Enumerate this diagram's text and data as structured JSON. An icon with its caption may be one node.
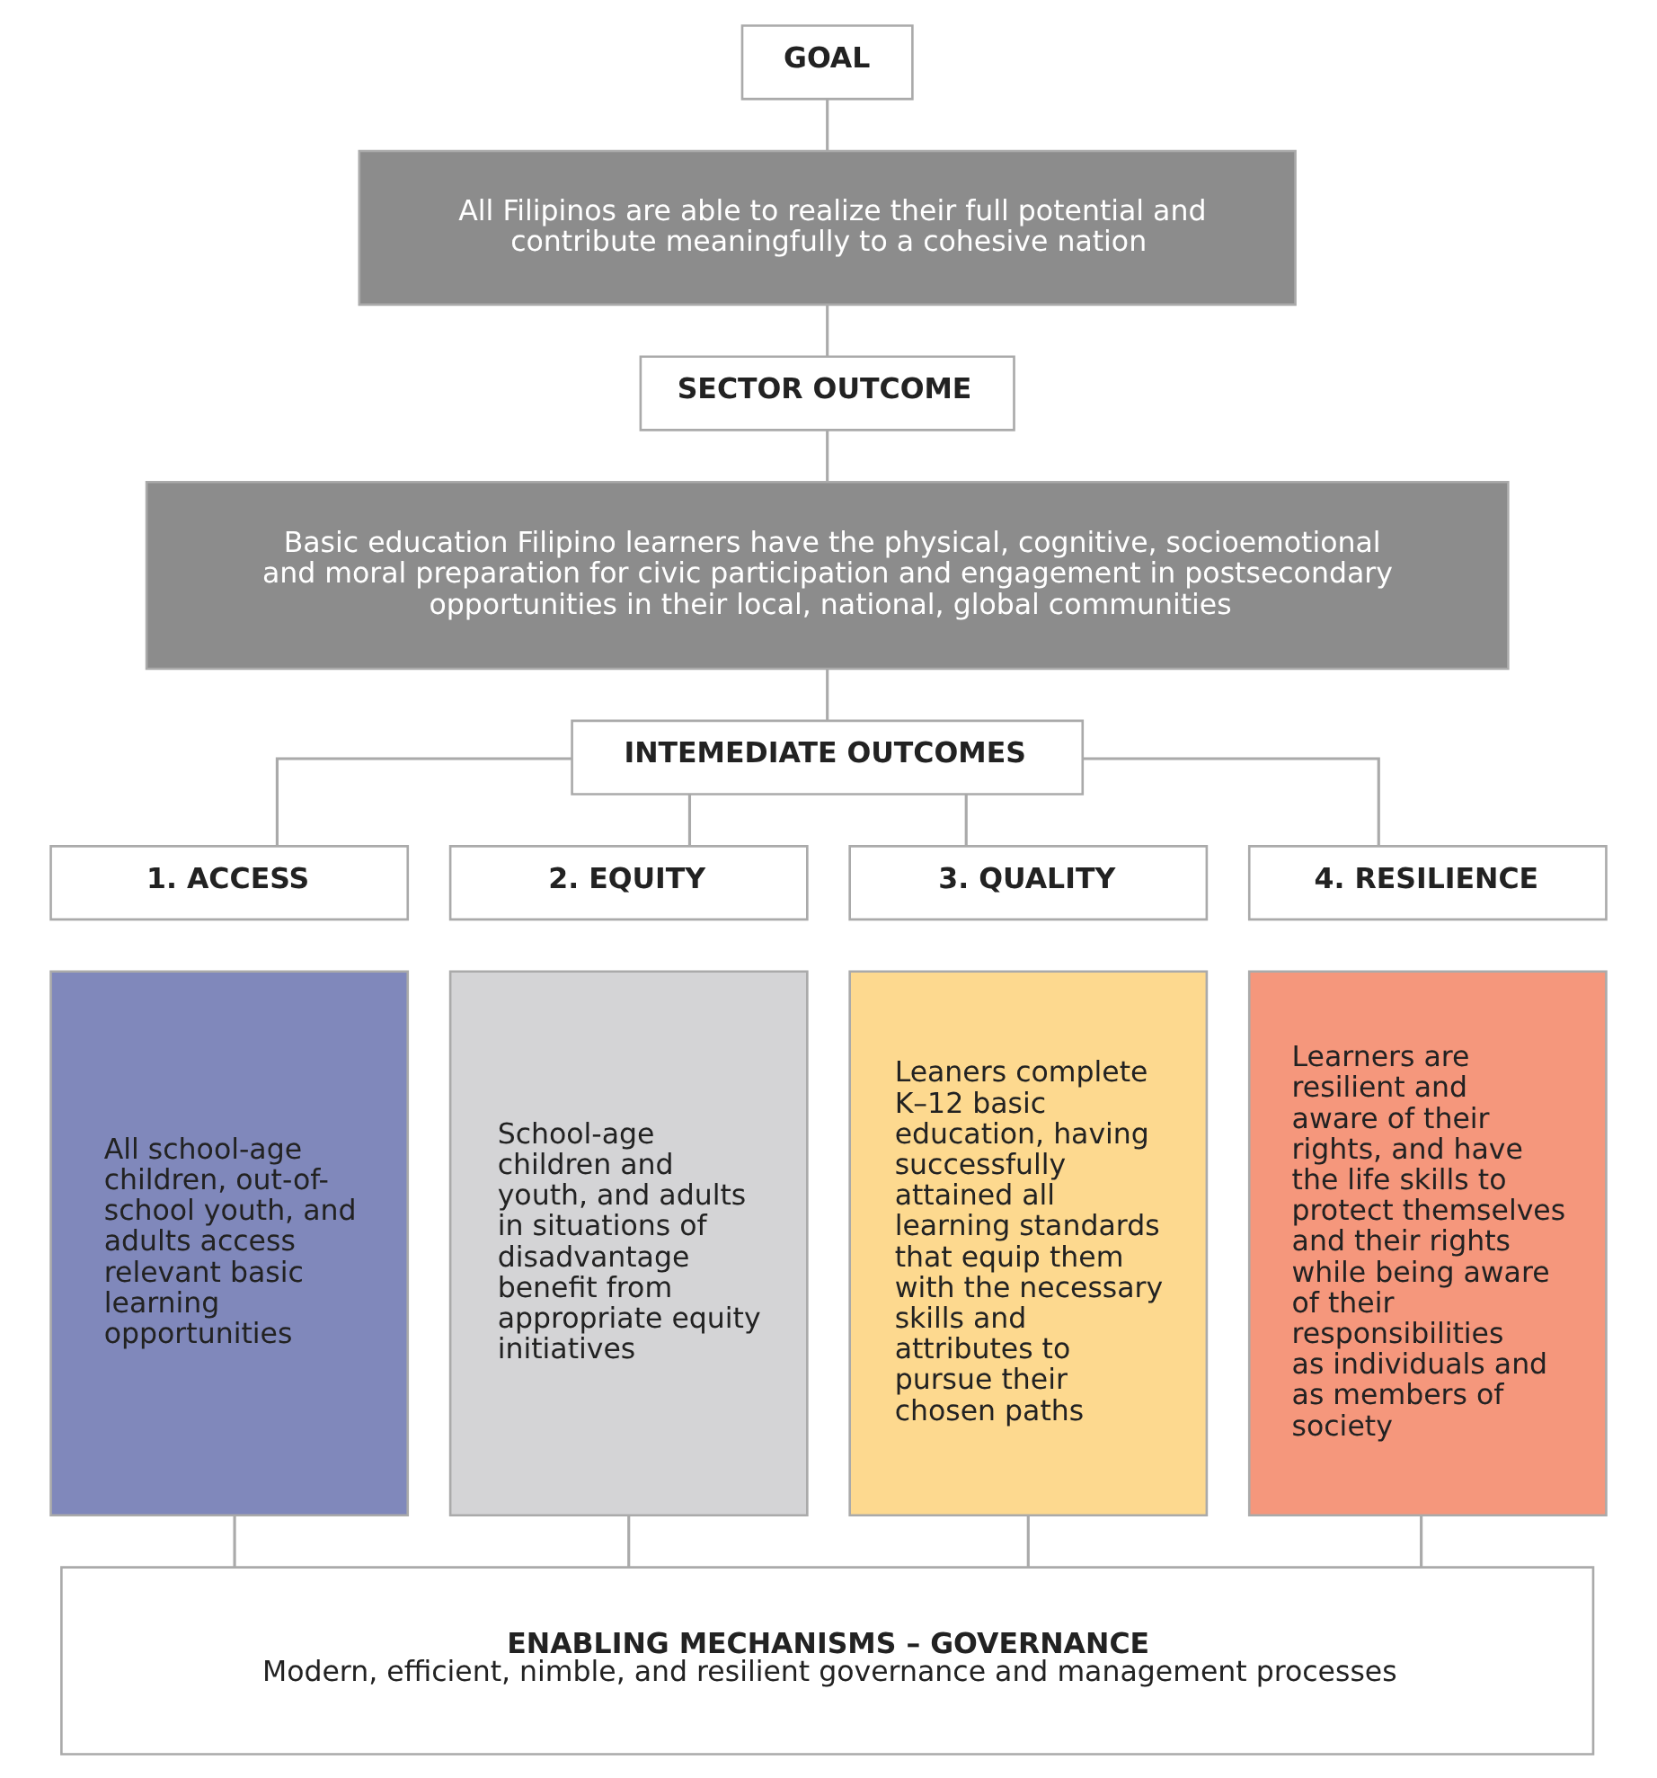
{
  "diagram": {
    "nodes": [
      {
        "text": [
          "GOAL"
        ]
      },
      {
        "text": [
          "All Filipinos are able to realize their full potential and contribute meaningfully to a cohesive nation"
        ]
      },
      {
        "text": [
          "SECTOR OUTCOME"
        ]
      },
      {
        "text": [
          "Basic education Filipino learners have the physical, cognitive, socioemotional and moral preparation for civic participation and engagement in postsecondary opportunities in their local, national, global communities"
        ]
      },
      {
        "text": [
          "INTEMEDIATE OUTCOMES"
        ]
      },
      {
        "text": [
          "1. ACCESS"
        ]
      },
      {
        "text": [
          "2. EQUITY"
        ]
      },
      {
        "text": [
          "3. QUALITY"
        ]
      },
      {
        "text": [
          "4. RESILIENCE"
        ]
      },
      {
        "text": [
          "All school-age children, out-of-school youth, and adults access relevant basic learning opportunities"
        ]
      },
      {
        "text": [
          "School-age children and youth, and adults in situations of disadvantage benefit from appropriate equity initiatives"
        ]
      },
      {
        "text": [
          "Leaners complete K–12 basic education, having successfully attained all learning standards that equip them with the necessary skills and attributes to pursue their chosen paths"
        ]
      },
      {
        "text": [
          "Learners are resilient and aware of their rights, and have the life skills to protect themselves and their rights while being aware of their responsibilities as individuals and as members of society"
        ]
      },
      {
        "text": [
          "ENABLING MECHANISMS – GOVERNANCE",
          "Modern, efficient, nimble, and resilient governance and management processes"
        ]
      }
    ],
    "edges": [
      {
        "from": 0,
        "to": 1,
        "arrow": "none"
      },
      {
        "from": 1,
        "to": 2,
        "arrow": "none"
      },
      {
        "from": 2,
        "to": 3,
        "arrow": "none"
      },
      {
        "from": 3,
        "to": 4,
        "arrow": "none"
      },
      {
        "from": 4,
        "to": 5,
        "arrow": "none"
      },
      {
        "from": 4,
        "to": 6,
        "arrow": "none"
      },
      {
        "from": 4,
        "to": 7,
        "arrow": "none"
      },
      {
        "from": 4,
        "to": 8,
        "arrow": "none"
      },
      {
        "from": 9,
        "to": 13,
        "arrow": "none"
      },
      {
        "from": 10,
        "to": 13,
        "arrow": "none"
      },
      {
        "from": 11,
        "to": 13,
        "arrow": "none"
      },
      {
        "from": 12,
        "to": 13,
        "arrow": "none"
      }
    ]
  }
}
